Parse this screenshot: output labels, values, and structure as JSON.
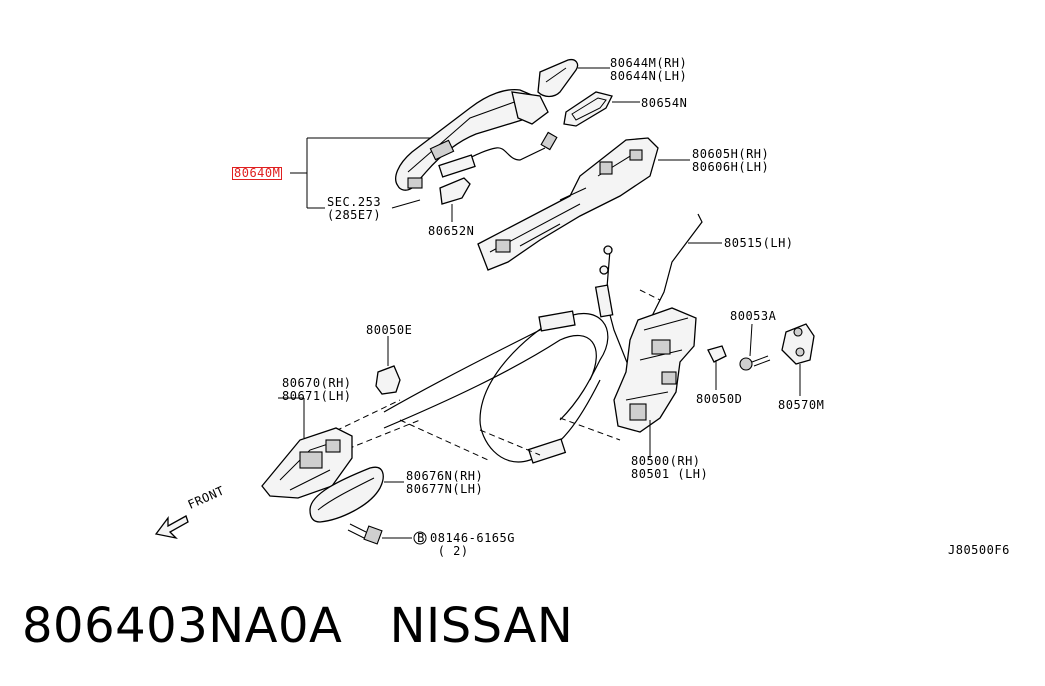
{
  "labels": {
    "p80644": "80644M(RH)\n80644N(LH)",
    "p80654": "80654N",
    "p80605": "80605H(RH)\n80606H(LH)",
    "p80640": "80640M",
    "sec": "SEC.253\n(285E7)",
    "p80652": "80652N",
    "p80515": "80515(LH)",
    "p80050e": "80050E",
    "p80053": "80053A",
    "p80670": "80670(RH)\n80671(LH)",
    "p80050d": "80050D",
    "p80570": "80570M",
    "p80500": "80500(RH)\n80501 (LH)",
    "p80676": "80676N(RH)\n80677N(LH)",
    "bolt": "08146-6165G\n ( 2)",
    "bolt_mark": "B",
    "front": "FRONT",
    "ref": "J80500F6"
  },
  "caption": "806403NA0A   NISSAN",
  "colors": {
    "highlight": "#e02020",
    "line": "#000000"
  }
}
